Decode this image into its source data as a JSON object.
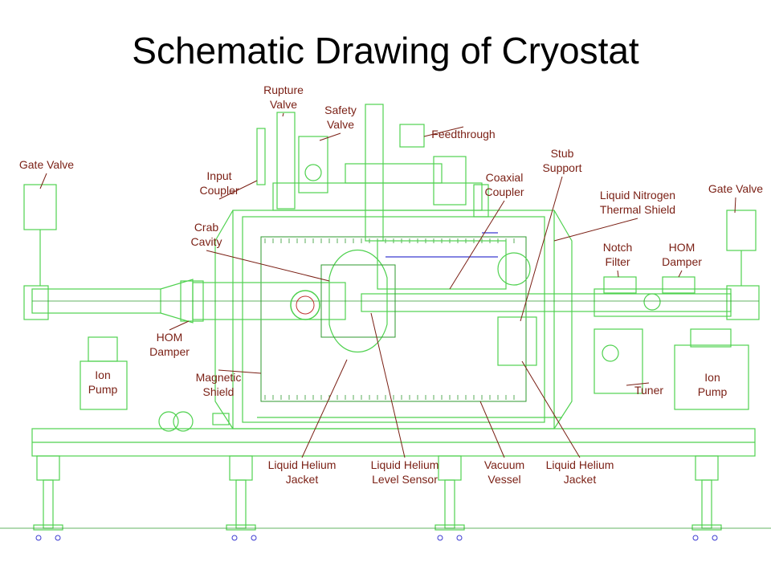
{
  "slide": {
    "title": "Schematic Drawing of Cryostat"
  },
  "labels": {
    "gate_valve_left": [
      "Gate Valve"
    ],
    "rupture_valve": [
      "Rupture",
      "Valve"
    ],
    "safety_valve": [
      "Safety",
      "Valve"
    ],
    "feedthrough": [
      "Feedthrough"
    ],
    "input_coupler": [
      "Input",
      "Coupler"
    ],
    "stub_support": [
      "Stub",
      "Support"
    ],
    "coaxial_coupler": [
      "Coaxial",
      "Coupler"
    ],
    "ln2_shield": [
      "Liquid Nitrogen",
      "Thermal Shield"
    ],
    "gate_valve_right": [
      "Gate Valve"
    ],
    "crab_cavity": [
      "Crab",
      "Cavity"
    ],
    "notch_filter": [
      "Notch",
      "Filter"
    ],
    "hom_damper_right": [
      "HOM",
      "Damper"
    ],
    "hom_damper_left": [
      "HOM",
      "Damper"
    ],
    "ion_pump_left": [
      "Ion",
      "Pump"
    ],
    "magnetic_shield": [
      "Magnetic",
      "Shield"
    ],
    "ion_pump_right": [
      "Ion",
      "Pump"
    ],
    "tuner": [
      "Tuner"
    ],
    "lhe_jacket_left": [
      "Liquid Helium",
      "Jacket"
    ],
    "lhe_level_sensor": [
      "Liquid Helium",
      "Level Sensor"
    ],
    "vacuum_vessel": [
      "Vacuum",
      "Vessel"
    ],
    "lhe_jacket_right": [
      "Liquid Helium",
      "Jacket"
    ]
  },
  "colors": {
    "drawing_line": "#4fd14f",
    "drawing_line_dark": "#2f9a2f",
    "label_text": "#7a1f14",
    "leader_line": "#7a1f14",
    "accent_blue": "#3a3ad0",
    "accent_red": "#c03030"
  }
}
